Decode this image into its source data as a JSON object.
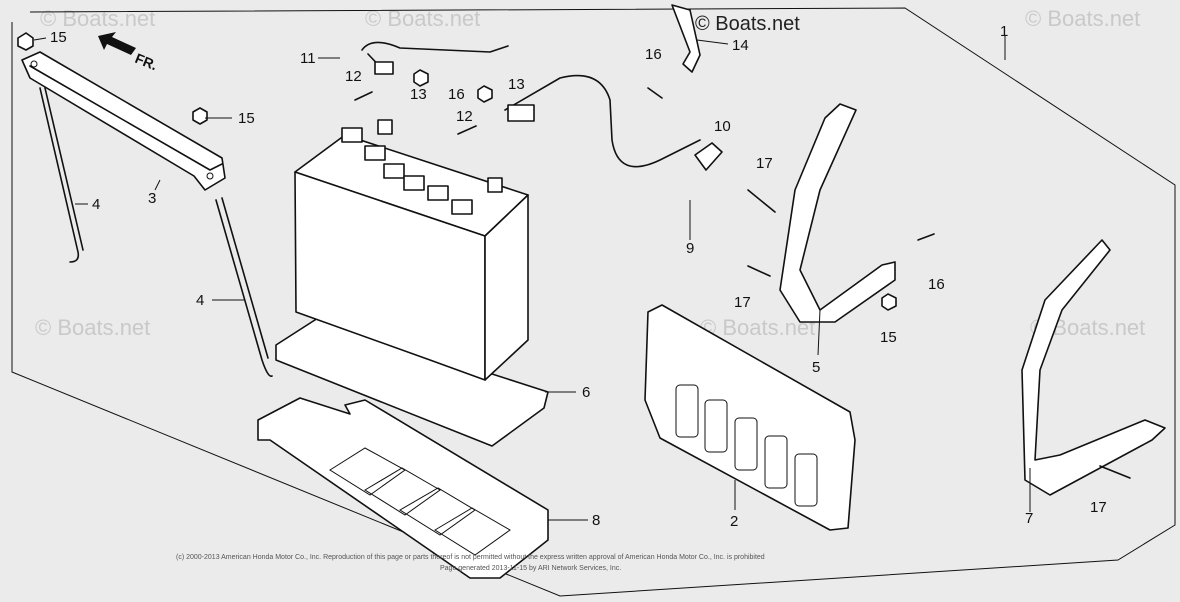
{
  "watermark": "© Boats.net",
  "direction_label": "FR.",
  "callouts": [
    "1",
    "2",
    "3",
    "4",
    "5",
    "6",
    "7",
    "8",
    "9",
    "10",
    "11",
    "12",
    "13",
    "14",
    "15",
    "16",
    "17"
  ],
  "copyright_lines": [
    "(c) 2000-2013 American Honda Motor Co., Inc. Reproduction of this page or parts thereof is not permitted without the express written approval of American Honda Motor Co., Inc. is prohibited",
    "Page generated 2013-11-15 by ARI Network Services, Inc."
  ],
  "colors": {
    "background": "#ebebeb",
    "line": "#111111",
    "watermark": "#c9c9c9"
  }
}
